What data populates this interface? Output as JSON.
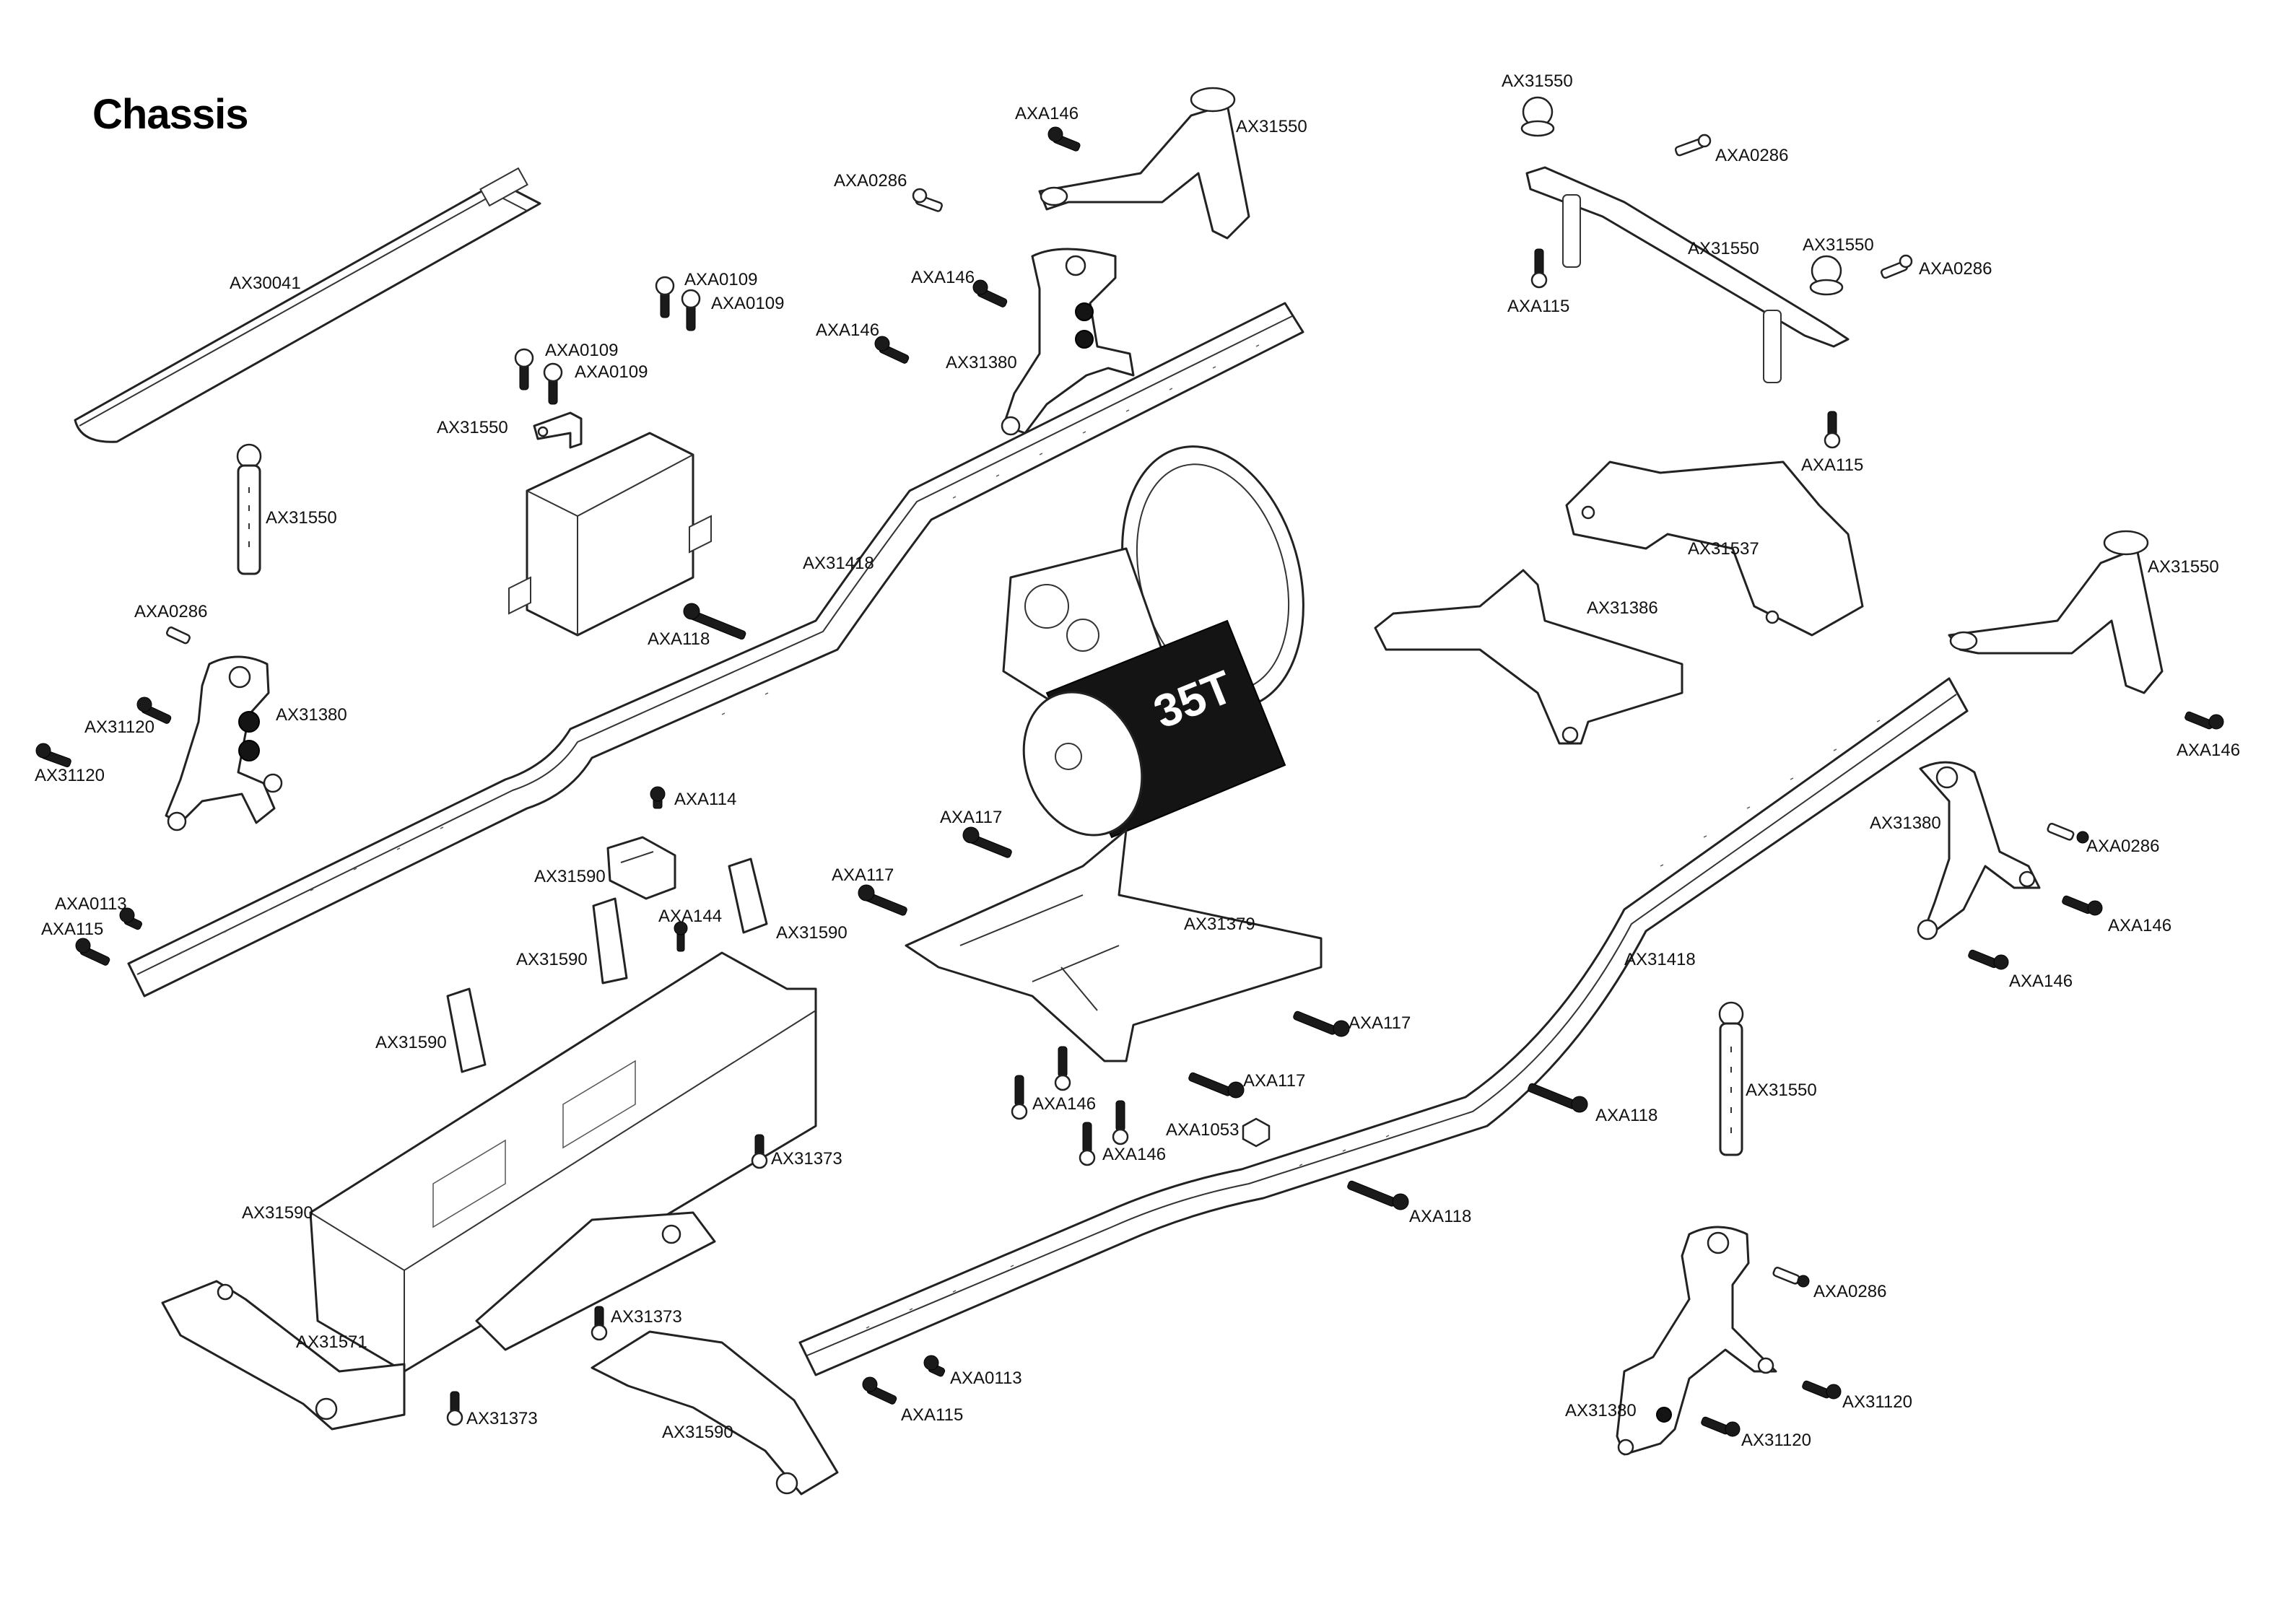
{
  "title": "Chassis",
  "labels": {
    "ax30041": "AX30041",
    "axa0109_a": "AXA0109",
    "axa0109_b": "AXA0109",
    "axa0109_c": "AXA0109",
    "axa0109_d": "AXA0109",
    "ax31550_tower_left": "AX31550",
    "ax31550_mount_servo": "AX31550",
    "axa0286_upper_left": "AXA0286",
    "ax31120_a": "AX31120",
    "ax31120_b": "AX31120",
    "ax31380_left": "AX31380",
    "axa146_top": "AXA146",
    "ax31550_top_arm": "AX31550",
    "axa0286_top": "AXA0286",
    "axa146_mid": "AXA146",
    "axa146_mid2": "AXA146",
    "ax31380_top": "AX31380",
    "ax31418_left": "AX31418",
    "axa118_left": "AXA118",
    "axa114": "AXA114",
    "ax31590_block": "AX31590",
    "axa144": "AXA144",
    "ax31590_plate_right": "AX31590",
    "ax31590_plate_left": "AX31590",
    "ax31590_plate_low": "AX31590",
    "axa0113_left": "AXA0113",
    "axa115_left": "AXA115",
    "axa117_a": "AXA117",
    "axa117_b": "AXA117",
    "ax31379": "AX31379",
    "axa117_c": "AXA117",
    "axa117_d": "AXA117",
    "axa146_low_a": "AXA146",
    "axa146_low_b": "AXA146",
    "axa1053": "AXA1053",
    "ax31373_a": "AX31373",
    "ax31373_b": "AX31373",
    "ax31373_c": "AX31373",
    "ax31590_tray": "AX31590",
    "ax31571": "AX31571",
    "ax31590_bracket": "AX31590",
    "axa0113_right": "AXA0113",
    "axa115_right": "AXA115",
    "ax31550_post_top": "AX31550",
    "axa0286_tr1": "AXA0286",
    "ax31550_bar": "AX31550",
    "ax31550_post_mid": "AX31550",
    "axa0286_tr2": "AXA0286",
    "axa115_tr1": "AXA115",
    "axa115_tr2": "AXA115",
    "ax31537": "AX31537",
    "ax31386": "AX31386",
    "ax31550_right_arm": "AX31550",
    "axa146_right1": "AXA146",
    "ax31380_right": "AX31380",
    "axa0286_right": "AXA0286",
    "axa146_right2": "AXA146",
    "axa146_right3": "AXA146",
    "ax31418_right": "AX31418",
    "ax31550_tower_right": "AX31550",
    "axa118_right1": "AXA118",
    "axa118_right2": "AXA118",
    "axa0286_bottom": "AXA0286",
    "ax31120_c": "AX31120",
    "ax31120_d": "AX31120",
    "ax31380_bottom": "AX31380"
  },
  "motor_can_text": "35T"
}
